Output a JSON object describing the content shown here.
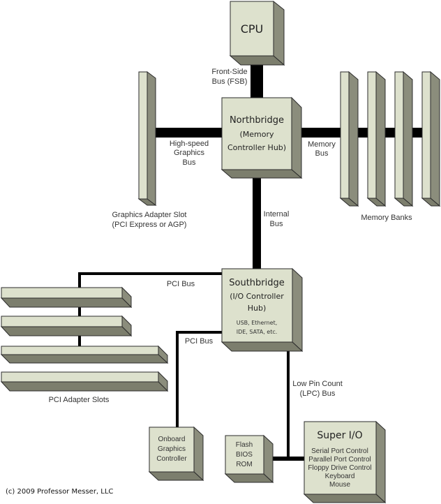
{
  "components": {
    "cpu": {
      "label": "CPU"
    },
    "northbridge": {
      "title": "Northbridge",
      "subtitle_line1": "(Memory",
      "subtitle_line2": "Controller Hub)"
    },
    "southbridge": {
      "title": "Southbridge",
      "subtitle_line1": "(I/O Controller",
      "subtitle_line2": "Hub)",
      "detail_line1": "USB, Ethernet,",
      "detail_line2": "IDE, SATA, etc."
    },
    "onboard_graphics": {
      "line1": "Onboard",
      "line2": "Graphics",
      "line3": "Controller"
    },
    "flash_bios": {
      "line1": "Flash",
      "line2": "BIOS",
      "line3": "ROM"
    },
    "super_io": {
      "title": "Super I/O",
      "functions": [
        "Serial Port Control",
        "Parallel Port Control",
        "Floppy Drive Control",
        "Keyboard",
        "Mouse"
      ]
    }
  },
  "buses": {
    "fsb": {
      "line1": "Front-Side",
      "line2": "Bus (FSB)"
    },
    "graphics_bus": {
      "line1": "High-speed",
      "line2": "Graphics",
      "line3": "Bus"
    },
    "memory_bus": {
      "line1": "Memory",
      "line2": "Bus"
    },
    "internal_bus": {
      "line1": "Internal",
      "line2": "Bus"
    },
    "pci_bus_top": {
      "label": "PCI Bus"
    },
    "pci_bus_bottom": {
      "label": "PCI Bus"
    },
    "lpc_bus": {
      "line1": "Low Pin Count",
      "line2": "(LPC) Bus"
    }
  },
  "slots": {
    "graphics_slot": {
      "line1": "Graphics Adapter Slot",
      "line2": "(PCI Express or AGP)"
    },
    "memory_banks": {
      "label": "Memory Banks",
      "count": 4
    },
    "pci_slots": {
      "label": "PCI Adapter Slots",
      "count": 4
    }
  },
  "footer": {
    "copyright": "(c) 2009 Professor Messer, LLC"
  },
  "colors": {
    "face": "#dde1cd",
    "side": "#8b8d7c",
    "bus": "#000000"
  }
}
